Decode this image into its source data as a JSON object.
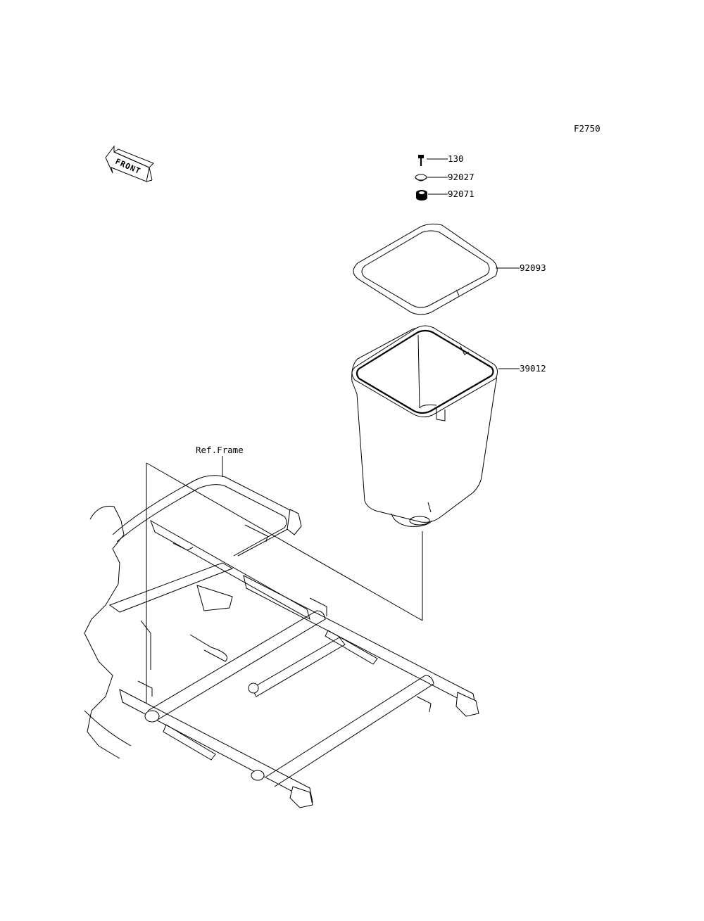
{
  "diagram_code": "F2750",
  "front_indicator": "FRONT",
  "reference_label": "Ref.Frame",
  "parts": [
    {
      "number": "130"
    },
    {
      "number": "92027"
    },
    {
      "number": "92071"
    },
    {
      "number": "92093"
    },
    {
      "number": "39012"
    }
  ],
  "colors": {
    "ink": "#000000",
    "paper": "#ffffff"
  }
}
